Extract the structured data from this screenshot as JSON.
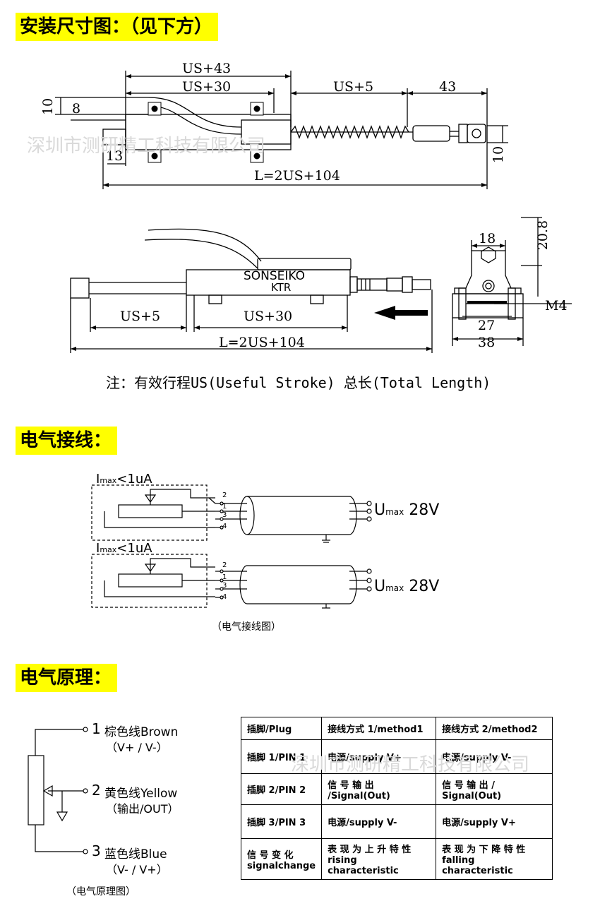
{
  "sections": {
    "dimensions_title": "安装尺寸图：（见下方）",
    "wiring_title": "电气接线：",
    "principle_title": "电气原理："
  },
  "top_drawing": {
    "dims": {
      "us43": "US+43",
      "us30": "US+30",
      "us5": "US+5",
      "d43": "43",
      "d10_left": "10",
      "d8": "8",
      "d13": "13",
      "d10_right": "10",
      "total": "L=2US+104"
    },
    "watermark": "深圳市测研精工科技有限公司"
  },
  "side_drawing": {
    "brand": "SONSEIKO",
    "model": "KTR",
    "dims": {
      "us5": "US+5",
      "us30": "US+30",
      "total": "L=2US+104",
      "d18": "18",
      "d20_8": "20.8",
      "m4": "M4",
      "d27": "27",
      "d38": "38"
    }
  },
  "note": "注：有效行程US(Useful Stroke) 总长(Total Length)",
  "wiring": {
    "imax_prefix": "I",
    "imax_sub": "max",
    "imax_value": "<1uA",
    "umax_prefix": "U",
    "umax_sub": "max",
    "umax_value": "28V",
    "pins": [
      "2",
      "1",
      "3",
      "4"
    ],
    "caption": "（电气接线图）"
  },
  "principle": {
    "wires": [
      {
        "num": "1",
        "label": "棕色线Brown",
        "sub": "（V+ / V-）"
      },
      {
        "num": "2",
        "label": "黄色线Yellow",
        "sub": "（输出/OUT）"
      },
      {
        "num": "3",
        "label": "蓝色线Blue",
        "sub": "（V- / V+）"
      }
    ],
    "caption": "（电气原理图）",
    "watermark": "深圳市测研精工科技有限公司"
  },
  "pin_table": {
    "header": [
      "插脚/Plug",
      "接线方式 1/method1",
      "接线方式 2/method2"
    ],
    "rows": [
      [
        "插脚 1/PIN 1",
        "电源/supply   V+",
        "电源/supply   V-"
      ],
      [
        "插脚 2/PIN 2",
        "信  号  输  出 /Signal(Out)",
        "信  号  输  出  / Signal(Out)"
      ],
      [
        "插脚 3/PIN 3",
        "电源/supply   V-",
        "电源/supply   V+"
      ],
      [
        "信 号 变 化 signalchange",
        "表 现 为 上 升 特 性 rising characteristic",
        "表 现 为 下 降 特 性 falling characteristic"
      ]
    ]
  }
}
